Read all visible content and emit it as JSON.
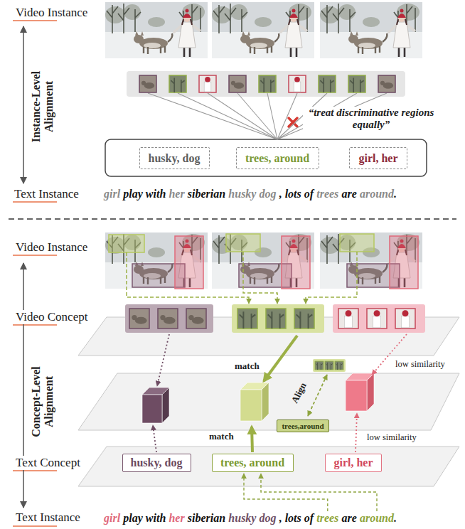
{
  "diagram": {
    "nodes": [
      {
        "text": [
          "husky, dog"
        ]
      },
      {
        "text": [
          "trees, around"
        ]
      },
      {
        "text": [
          "girl, her"
        ]
      },
      {
        "text": [
          "trees,around"
        ]
      },
      {
        "text": [
          "husky, dog"
        ]
      },
      {
        "text": [
          "trees, around"
        ]
      },
      {
        "text": [
          "girl, her"
        ]
      }
    ],
    "labels": [
      "Video Instance",
      "Instance-Level Alignment",
      "“treat discriminative regions equally”",
      "Text Instance",
      "girl",
      "play with",
      "her",
      "siberian",
      "husky dog",
      ", lots of",
      "trees",
      "are",
      "around",
      ".",
      "Video Instance",
      "Video Concept",
      "Concept-Level Alignment",
      "match",
      "low similarity",
      "Align",
      "match",
      "low similarity",
      "Text Concept",
      "Text Instance",
      "girl",
      "play with",
      "her",
      "siberian",
      "husky dog",
      ", lots of",
      "trees",
      "are",
      "around",
      "."
    ]
  }
}
